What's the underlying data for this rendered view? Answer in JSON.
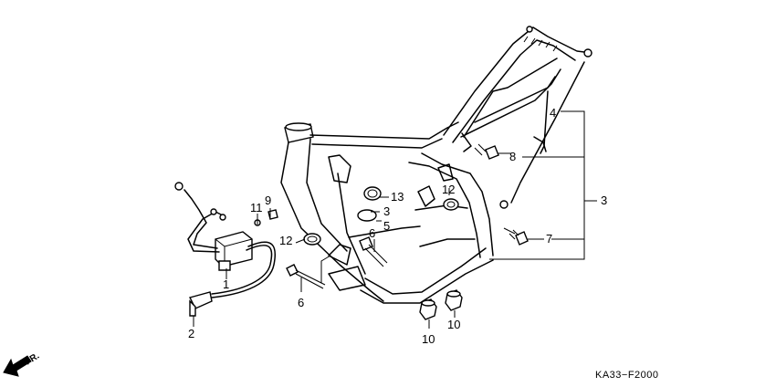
{
  "callouts": {
    "p1": "1",
    "p2": "2",
    "p3a": "3",
    "p3b": "3",
    "p4": "4",
    "p5": "5",
    "p6a": "6",
    "p6b": "6",
    "p7": "7",
    "p8": "8",
    "p9": "9",
    "p10a": "10",
    "p10b": "10",
    "p11": "11",
    "p12a": "12",
    "p12b": "12",
    "p13": "13"
  },
  "diagram_code": "KA33−F2000",
  "direction_label": "FR."
}
